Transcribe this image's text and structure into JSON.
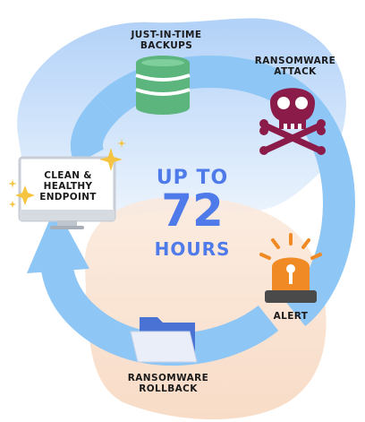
{
  "diagram": {
    "center": {
      "line1": "UP TO",
      "line2": "72",
      "line3": "HOURS"
    },
    "stages": {
      "backups": {
        "line1": "JUST-IN-TIME",
        "line2": "BACKUPS",
        "icon": "database-icon"
      },
      "attack": {
        "line1": "RANSOMWARE",
        "line2": "ATTACK",
        "icon": "skull-crossbones-icon"
      },
      "alert": {
        "line1": "ALERT",
        "icon": "siren-icon"
      },
      "rollback": {
        "line1": "RANSOMWARE",
        "line2": "ROLLBACK",
        "icon": "folder-icon"
      },
      "endpoint": {
        "line1": "CLEAN &",
        "line2": "HEALTHY",
        "line3": "ENDPOINT",
        "icon": "monitor-icon"
      }
    },
    "colors": {
      "cycle_arrow": "#8ec6f5",
      "center_text": "#4f7bea",
      "database": "#5cb57c",
      "skull": "#8b1c4a",
      "siren": "#f08a24",
      "folder": "#5a86e6",
      "sparkle": "#f5c542"
    }
  }
}
